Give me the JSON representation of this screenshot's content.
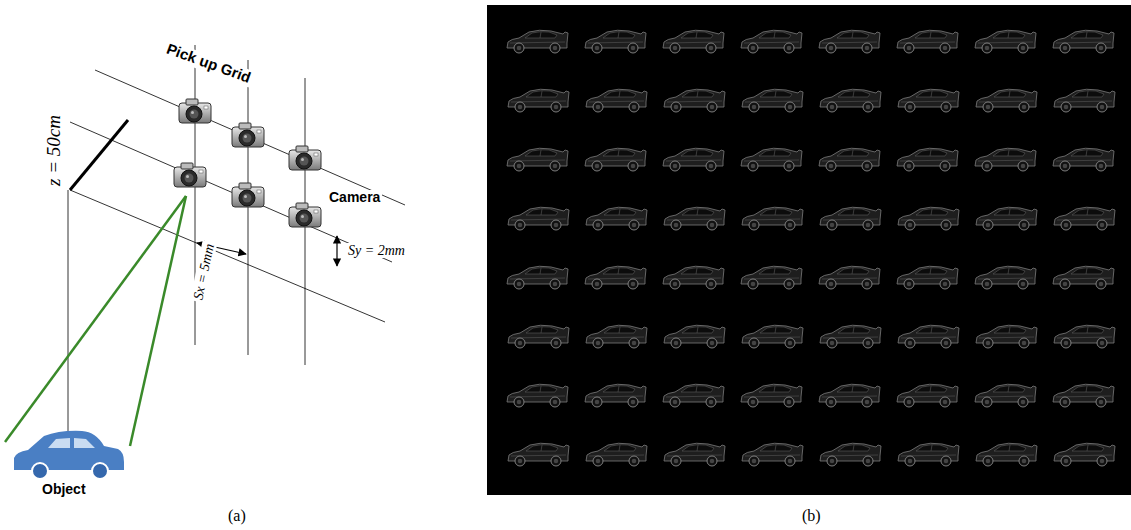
{
  "diagram": {
    "labels": [
      "Pick up Grid",
      "Camera",
      "z = 50cm",
      "Sy = 2mm",
      "Sx = 5mm",
      "Object",
      "(a)",
      "(b)"
    ]
  }
}
